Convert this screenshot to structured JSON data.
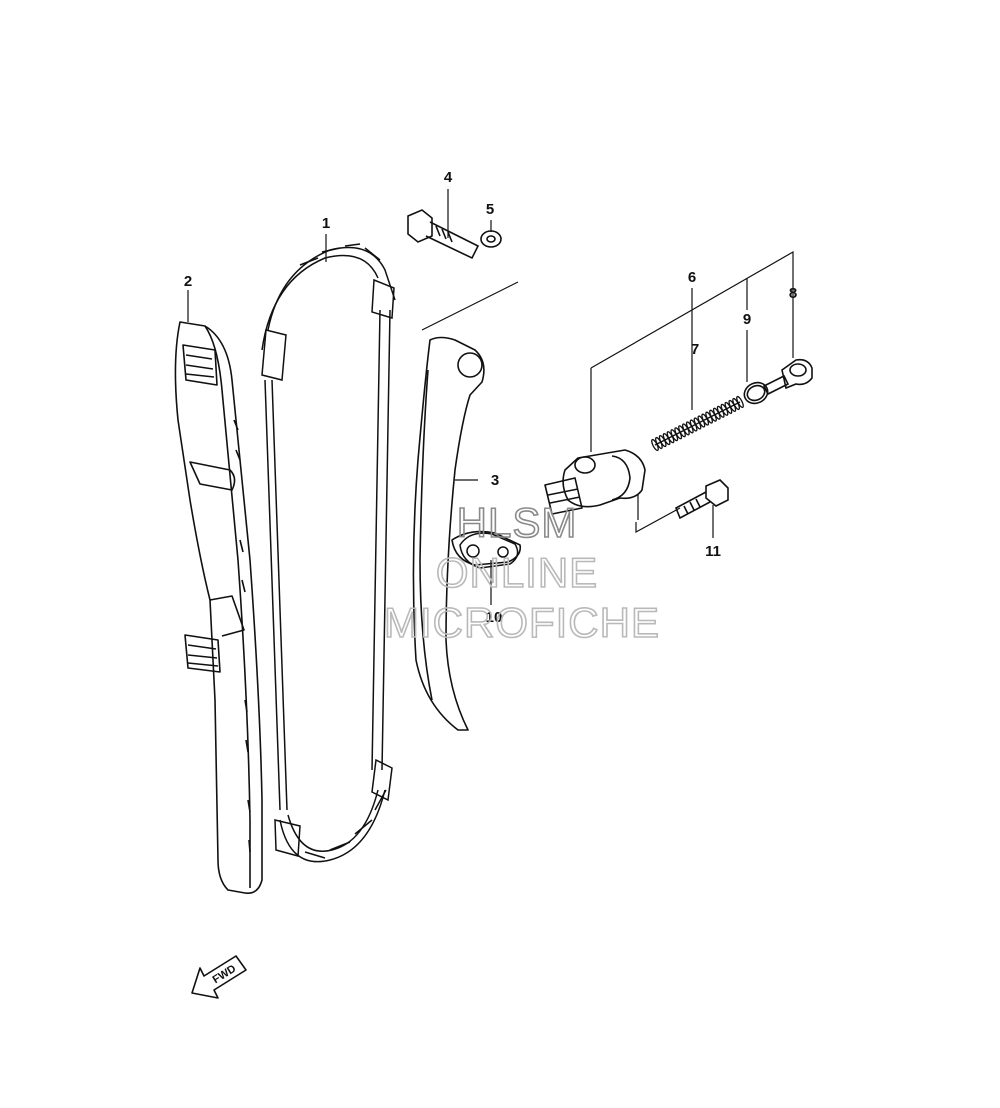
{
  "callouts": [
    {
      "id": "1",
      "label": "1"
    },
    {
      "id": "2",
      "label": "2"
    },
    {
      "id": "3",
      "label": "3"
    },
    {
      "id": "4",
      "label": "4"
    },
    {
      "id": "5",
      "label": "5"
    },
    {
      "id": "6",
      "label": "6"
    },
    {
      "id": "7",
      "label": "7"
    },
    {
      "id": "8",
      "label": "8"
    },
    {
      "id": "9",
      "label": "9"
    },
    {
      "id": "10",
      "label": "10"
    },
    {
      "id": "11",
      "label": "11"
    }
  ],
  "watermark": {
    "line1": "HLSM",
    "line2": "ONLINE",
    "line3": "MICROFICHE"
  },
  "fwd_arrow": {
    "label": "FWD"
  }
}
